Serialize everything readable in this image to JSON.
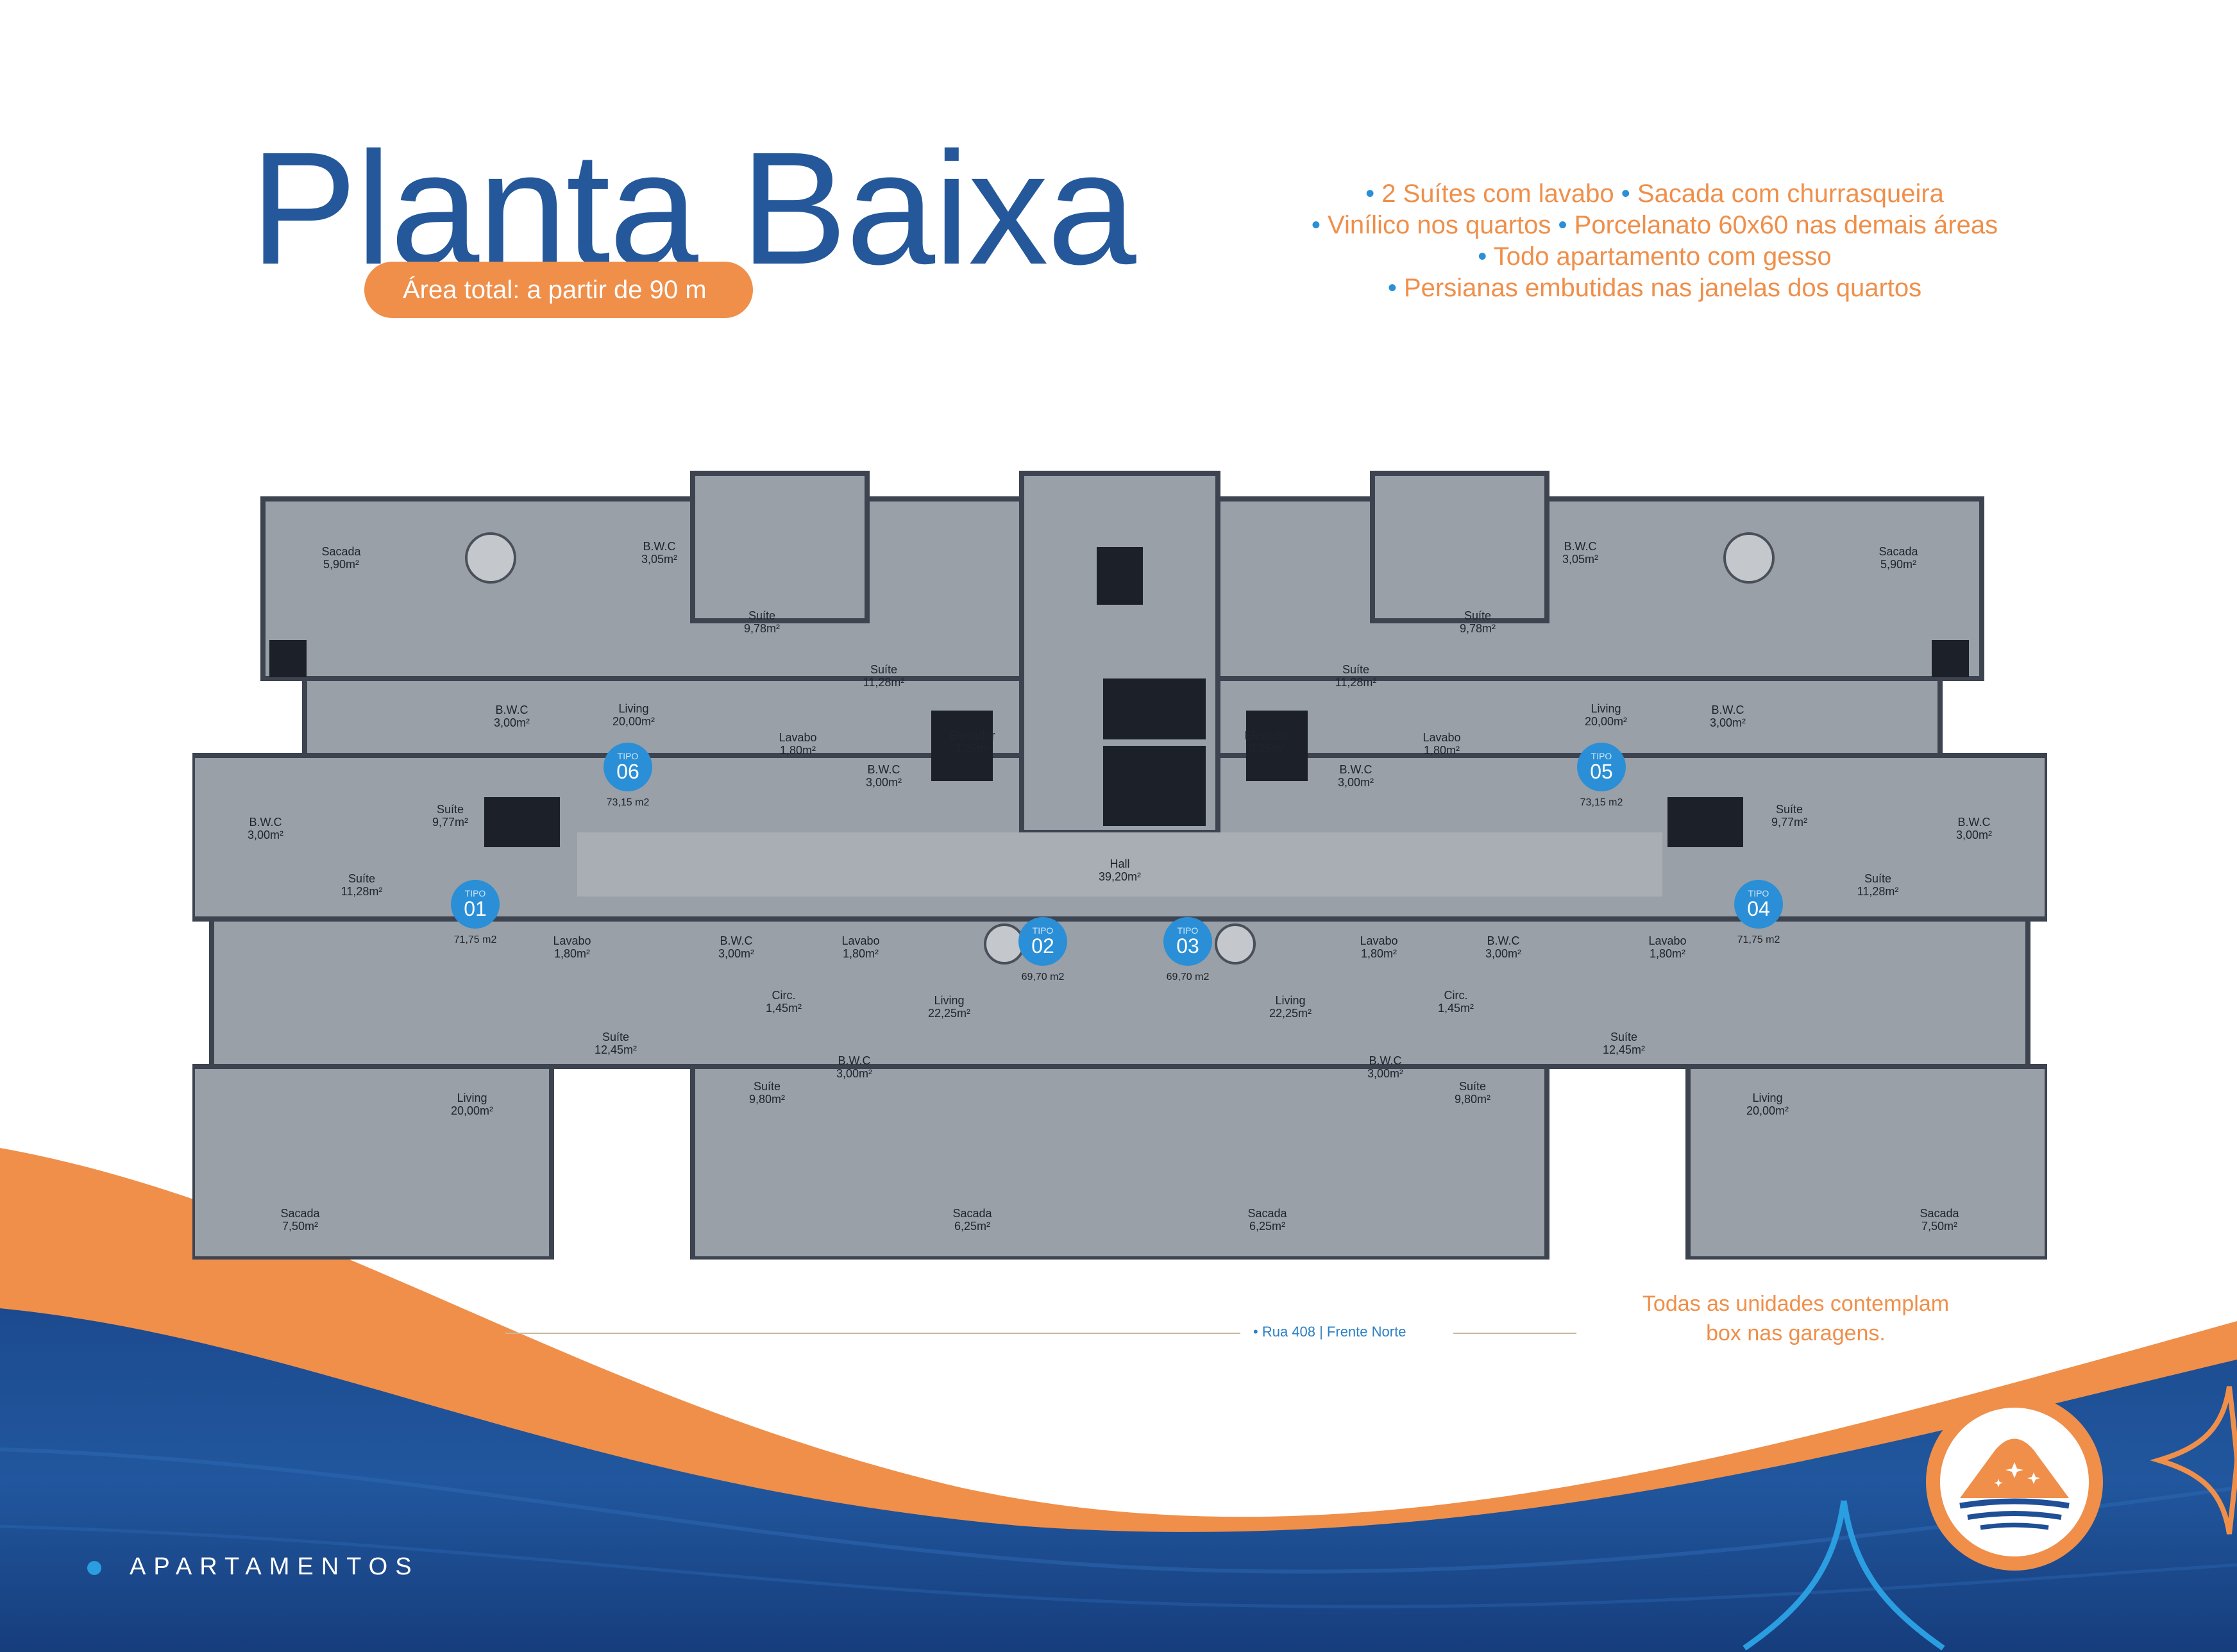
{
  "header": {
    "title": "Planta Baixa",
    "area_total": "Área total: a partir de 90 m"
  },
  "features": {
    "bullet": "•",
    "line1_a": "2 Suítes com lavabo",
    "line1_b": "Sacada com churrasqueira",
    "line2_a": "Vinílico nos quartos",
    "line2_b": "Porcelanato 60x60 nas demais áreas",
    "line3": "Todo apartamento com gesso",
    "line4": "Persianas embutidas nas janelas dos quartos"
  },
  "units": [
    {
      "tipo": "TIPO",
      "num": "06",
      "area": "73,15 m2"
    },
    {
      "tipo": "TIPO",
      "num": "05",
      "area": "73,15 m2"
    },
    {
      "tipo": "TIPO",
      "num": "01",
      "area": "71,75 m2"
    },
    {
      "tipo": "TIPO",
      "num": "02",
      "area": "69,70 m2"
    },
    {
      "tipo": "TIPO",
      "num": "03",
      "area": "69,70 m2"
    },
    {
      "tipo": "TIPO",
      "num": "04",
      "area": "71,75 m2"
    }
  ],
  "rooms": [
    {
      "name": "Sacada",
      "area": "5,90m²"
    },
    {
      "name": "B.W.C",
      "area": "3,05m²"
    },
    {
      "name": "Suíte",
      "area": "9,78m²"
    },
    {
      "name": "Suíte",
      "area": "11,28m²"
    },
    {
      "name": "Suíte",
      "area": "11,28m²"
    },
    {
      "name": "Suíte",
      "area": "9,78m²"
    },
    {
      "name": "B.W.C",
      "area": "3,05m²"
    },
    {
      "name": "Sacada",
      "area": "5,90m²"
    },
    {
      "name": "B.W.C",
      "area": "3,00m²"
    },
    {
      "name": "Living",
      "area": "20,00m²"
    },
    {
      "name": "Lavabo",
      "area": "1,80m²"
    },
    {
      "name": "B.W.C",
      "area": "3,00m²"
    },
    {
      "name": "Elevador",
      "area": "3,25m²"
    },
    {
      "name": "Elevador",
      "area": "3,25m²"
    },
    {
      "name": "B.W.C",
      "area": "3,00m²"
    },
    {
      "name": "Lavabo",
      "area": "1,80m²"
    },
    {
      "name": "Living",
      "area": "20,00m²"
    },
    {
      "name": "B.W.C",
      "area": "3,00m²"
    },
    {
      "name": "B.W.C",
      "area": "3,00m²"
    },
    {
      "name": "Suíte",
      "area": "9,77m²"
    },
    {
      "name": "Suíte",
      "area": "9,77m²"
    },
    {
      "name": "B.W.C",
      "area": "3,00m²"
    },
    {
      "name": "Hall",
      "area": "39,20m²"
    },
    {
      "name": "Suíte",
      "area": "11,28m²"
    },
    {
      "name": "Suíte",
      "area": "11,28m²"
    },
    {
      "name": "Lavabo",
      "area": "1,80m²"
    },
    {
      "name": "B.W.C",
      "area": "3,00m²"
    },
    {
      "name": "Lavabo",
      "area": "1,80m²"
    },
    {
      "name": "Lavabo",
      "area": "1,80m²"
    },
    {
      "name": "B.W.C",
      "area": "3,00m²"
    },
    {
      "name": "Lavabo",
      "area": "1,80m²"
    },
    {
      "name": "Circ.",
      "area": "1,45m²"
    },
    {
      "name": "Living",
      "area": "22,25m²"
    },
    {
      "name": "Living",
      "area": "22,25m²"
    },
    {
      "name": "Circ.",
      "area": "1,45m²"
    },
    {
      "name": "Suíte",
      "area": "12,45m²"
    },
    {
      "name": "B.W.C",
      "area": "3,00m²"
    },
    {
      "name": "B.W.C",
      "area": "3,00m²"
    },
    {
      "name": "Suíte",
      "area": "12,45m²"
    },
    {
      "name": "Suíte",
      "area": "9,80m²"
    },
    {
      "name": "Suíte",
      "area": "9,80m²"
    },
    {
      "name": "Living",
      "area": "20,00m²"
    },
    {
      "name": "Living",
      "area": "20,00m²"
    },
    {
      "name": "Sacada",
      "area": "7,50m²"
    },
    {
      "name": "Sacada",
      "area": "6,25m²"
    },
    {
      "name": "Sacada",
      "area": "6,25m²"
    },
    {
      "name": "Sacada",
      "area": "7,50m²"
    }
  ],
  "street": "• Rua 408 | Frente Norte",
  "garage_note": {
    "line1": "Todas as unidades contemplam",
    "line2": "box nas garagens."
  },
  "footer": {
    "label": "APARTAMENTOS"
  },
  "colors": {
    "title_blue": "#25589a",
    "accent_orange": "#ef8f4a",
    "unit_badge": "#2a8fd6",
    "wave_blue": "#1f4f97"
  }
}
